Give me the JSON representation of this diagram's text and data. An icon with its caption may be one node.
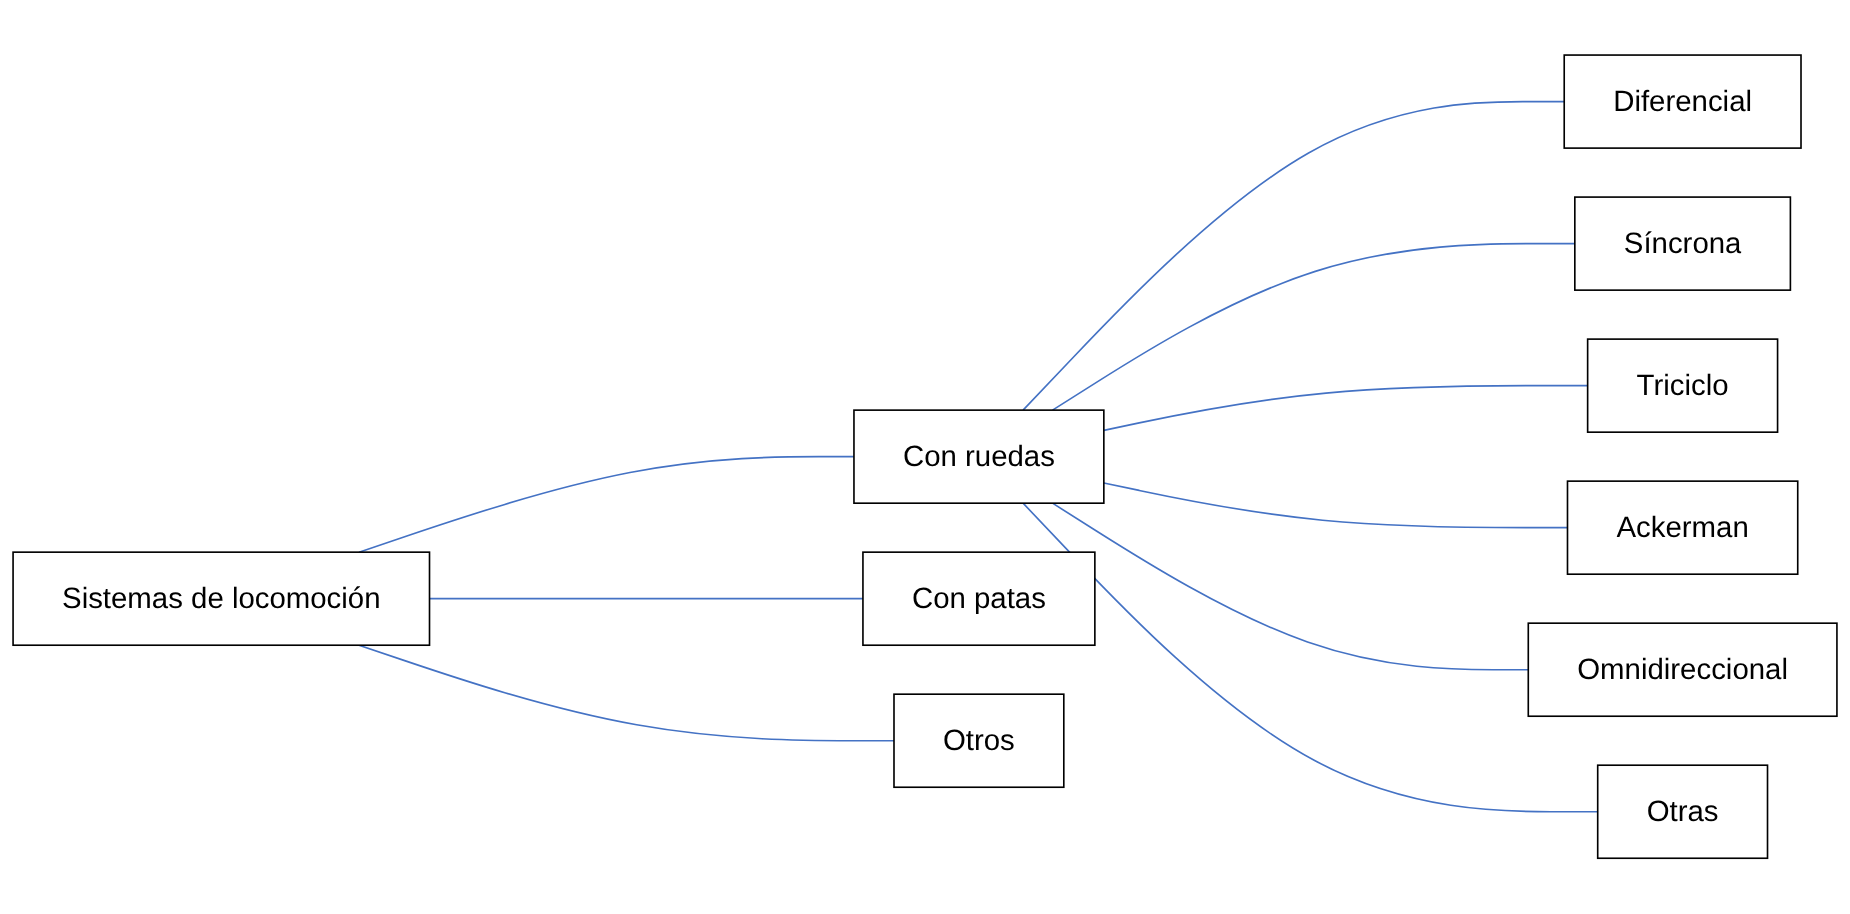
{
  "diagram": {
    "nodes": [
      {
        "text": [
          "Sistemas de locomoción"
        ]
      },
      {
        "text": [
          "Con ruedas"
        ]
      },
      {
        "text": [
          "Diferencial"
        ]
      },
      {
        "text": [
          "Síncrona"
        ]
      },
      {
        "text": [
          "Triciclo"
        ]
      },
      {
        "text": [
          "Ackerman"
        ]
      },
      {
        "text": [
          "Omnidireccional"
        ]
      },
      {
        "text": [
          "Otras"
        ]
      },
      {
        "text": [
          "Con patas"
        ]
      },
      {
        "text": [
          "Otros"
        ]
      }
    ],
    "edges": [
      {
        "from": 0,
        "to": 1,
        "arrow": "none"
      },
      {
        "from": 0,
        "to": 8,
        "arrow": "none"
      },
      {
        "from": 0,
        "to": 9,
        "arrow": "none"
      },
      {
        "from": 1,
        "to": 2,
        "arrow": "none"
      },
      {
        "from": 1,
        "to": 3,
        "arrow": "none"
      },
      {
        "from": 1,
        "to": 4,
        "arrow": "none"
      },
      {
        "from": 1,
        "to": 5,
        "arrow": "none"
      },
      {
        "from": 1,
        "to": 6,
        "arrow": "none"
      },
      {
        "from": 1,
        "to": 7,
        "arrow": "none"
      }
    ]
  }
}
